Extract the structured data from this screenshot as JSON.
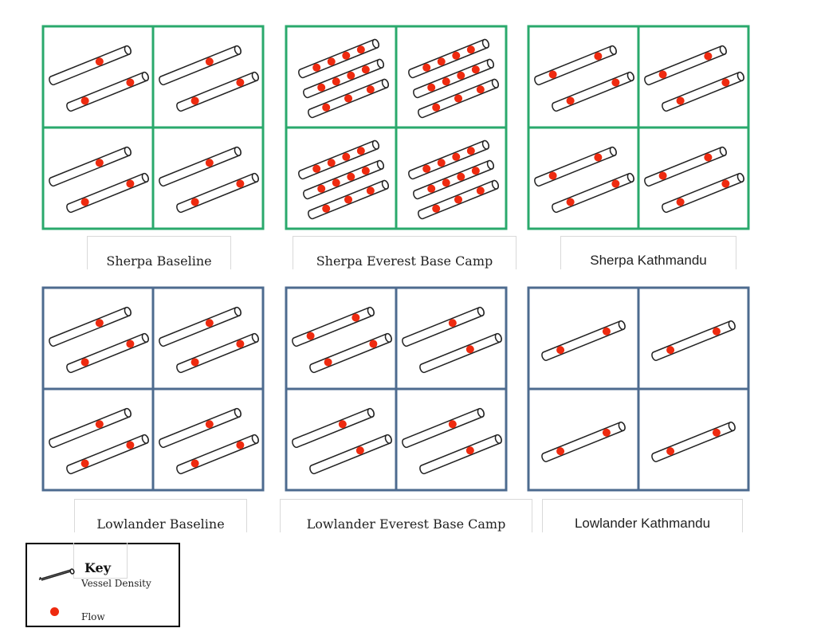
{
  "colors": {
    "sherpa_frame": "#2aa96c",
    "lowlander_frame": "#4d6b8f",
    "flow_dot": "#ee2a0f",
    "vessel_stroke": "#222222"
  },
  "panels": [
    {
      "id": "sherpa-baseline",
      "label": "Sherpa Baseline",
      "frame": "sherpa_frame",
      "label_font": "serif",
      "cells": [
        [
          1,
          2
        ],
        [
          1,
          2
        ],
        [
          1,
          2
        ],
        [
          1,
          2
        ]
      ]
    },
    {
      "id": "sherpa-everest-base-camp",
      "label": "Sherpa Everest Base Camp",
      "frame": "sherpa_frame",
      "label_font": "serif",
      "cells": [
        [
          4,
          4,
          3
        ],
        [
          4,
          4,
          3
        ],
        [
          4,
          4,
          3
        ],
        [
          4,
          4,
          3
        ]
      ]
    },
    {
      "id": "sherpa-kathmandu",
      "label": "Sherpa Kathmandu",
      "frame": "sherpa_frame",
      "label_font": "sans",
      "cells": [
        [
          2,
          2
        ],
        [
          2,
          2
        ],
        [
          2,
          2
        ],
        [
          2,
          2
        ]
      ]
    },
    {
      "id": "lowlander-baseline",
      "label": "Lowlander Baseline",
      "frame": "lowlander_frame",
      "label_font": "serif",
      "cells": [
        [
          1,
          2
        ],
        [
          1,
          2
        ],
        [
          1,
          2
        ],
        [
          1,
          2
        ]
      ]
    },
    {
      "id": "lowlander-everest-base-camp",
      "label": "Lowlander Everest Base Camp",
      "frame": "lowlander_frame",
      "label_font": "serif",
      "cells": [
        [
          2,
          2
        ],
        [
          1,
          1
        ],
        [
          1,
          1
        ],
        [
          1,
          1
        ]
      ]
    },
    {
      "id": "lowlander-kathmandu",
      "label": "Lowlander Kathmandu",
      "frame": "lowlander_frame",
      "label_font": "sans",
      "cells": [
        [
          2
        ],
        [
          2
        ],
        [
          2
        ],
        [
          2
        ]
      ]
    }
  ],
  "key": {
    "title": "Key",
    "vessel_label": "Vessel Density",
    "flow_label": "Flow",
    "vessel_icon": "vessel-tube",
    "flow_icon": "flow-dot"
  }
}
